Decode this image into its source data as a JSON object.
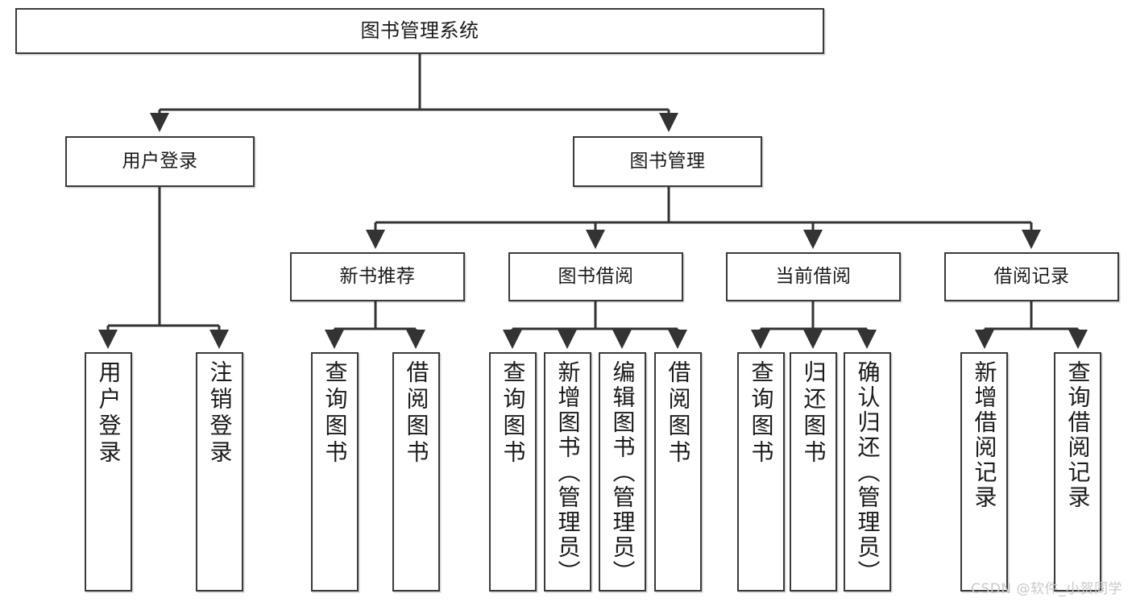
{
  "diagram": {
    "type": "tree-hierarchy",
    "title": "图书管理系统",
    "watermark": "CSDN @软件_小贺同学",
    "colors": {
      "box_border": "#3a3a3a",
      "box_fill": "#ffffff",
      "connector": "#333333",
      "text": "#1a1a1a",
      "watermark": "#c9c9c9",
      "background": "#ffffff"
    },
    "levels": {
      "root": {
        "label": "图书管理系统"
      },
      "level2": [
        {
          "label": "用户登录"
        },
        {
          "label": "图书管理"
        }
      ],
      "level3": [
        {
          "label": "新书推荐"
        },
        {
          "label": "图书借阅"
        },
        {
          "label": "当前借阅"
        },
        {
          "label": "借阅记录"
        }
      ],
      "leaves": {
        "user_login": [
          {
            "label": "用户登录"
          },
          {
            "label": "注销登录"
          }
        ],
        "new_book_recommend": [
          {
            "label": "查询图书"
          },
          {
            "label": "借阅图书"
          }
        ],
        "book_borrow": [
          {
            "label": "查询图书"
          },
          {
            "label": "新增图书（管理员）"
          },
          {
            "label": "编辑图书（管理员）"
          },
          {
            "label": "借阅图书"
          }
        ],
        "current_borrow": [
          {
            "label": "查询图书"
          },
          {
            "label": "归还图书"
          },
          {
            "label": "确认归还（管理员）"
          }
        ],
        "borrow_record": [
          {
            "label": "新增借阅记录"
          },
          {
            "label": "查询借阅记录"
          }
        ]
      }
    }
  }
}
